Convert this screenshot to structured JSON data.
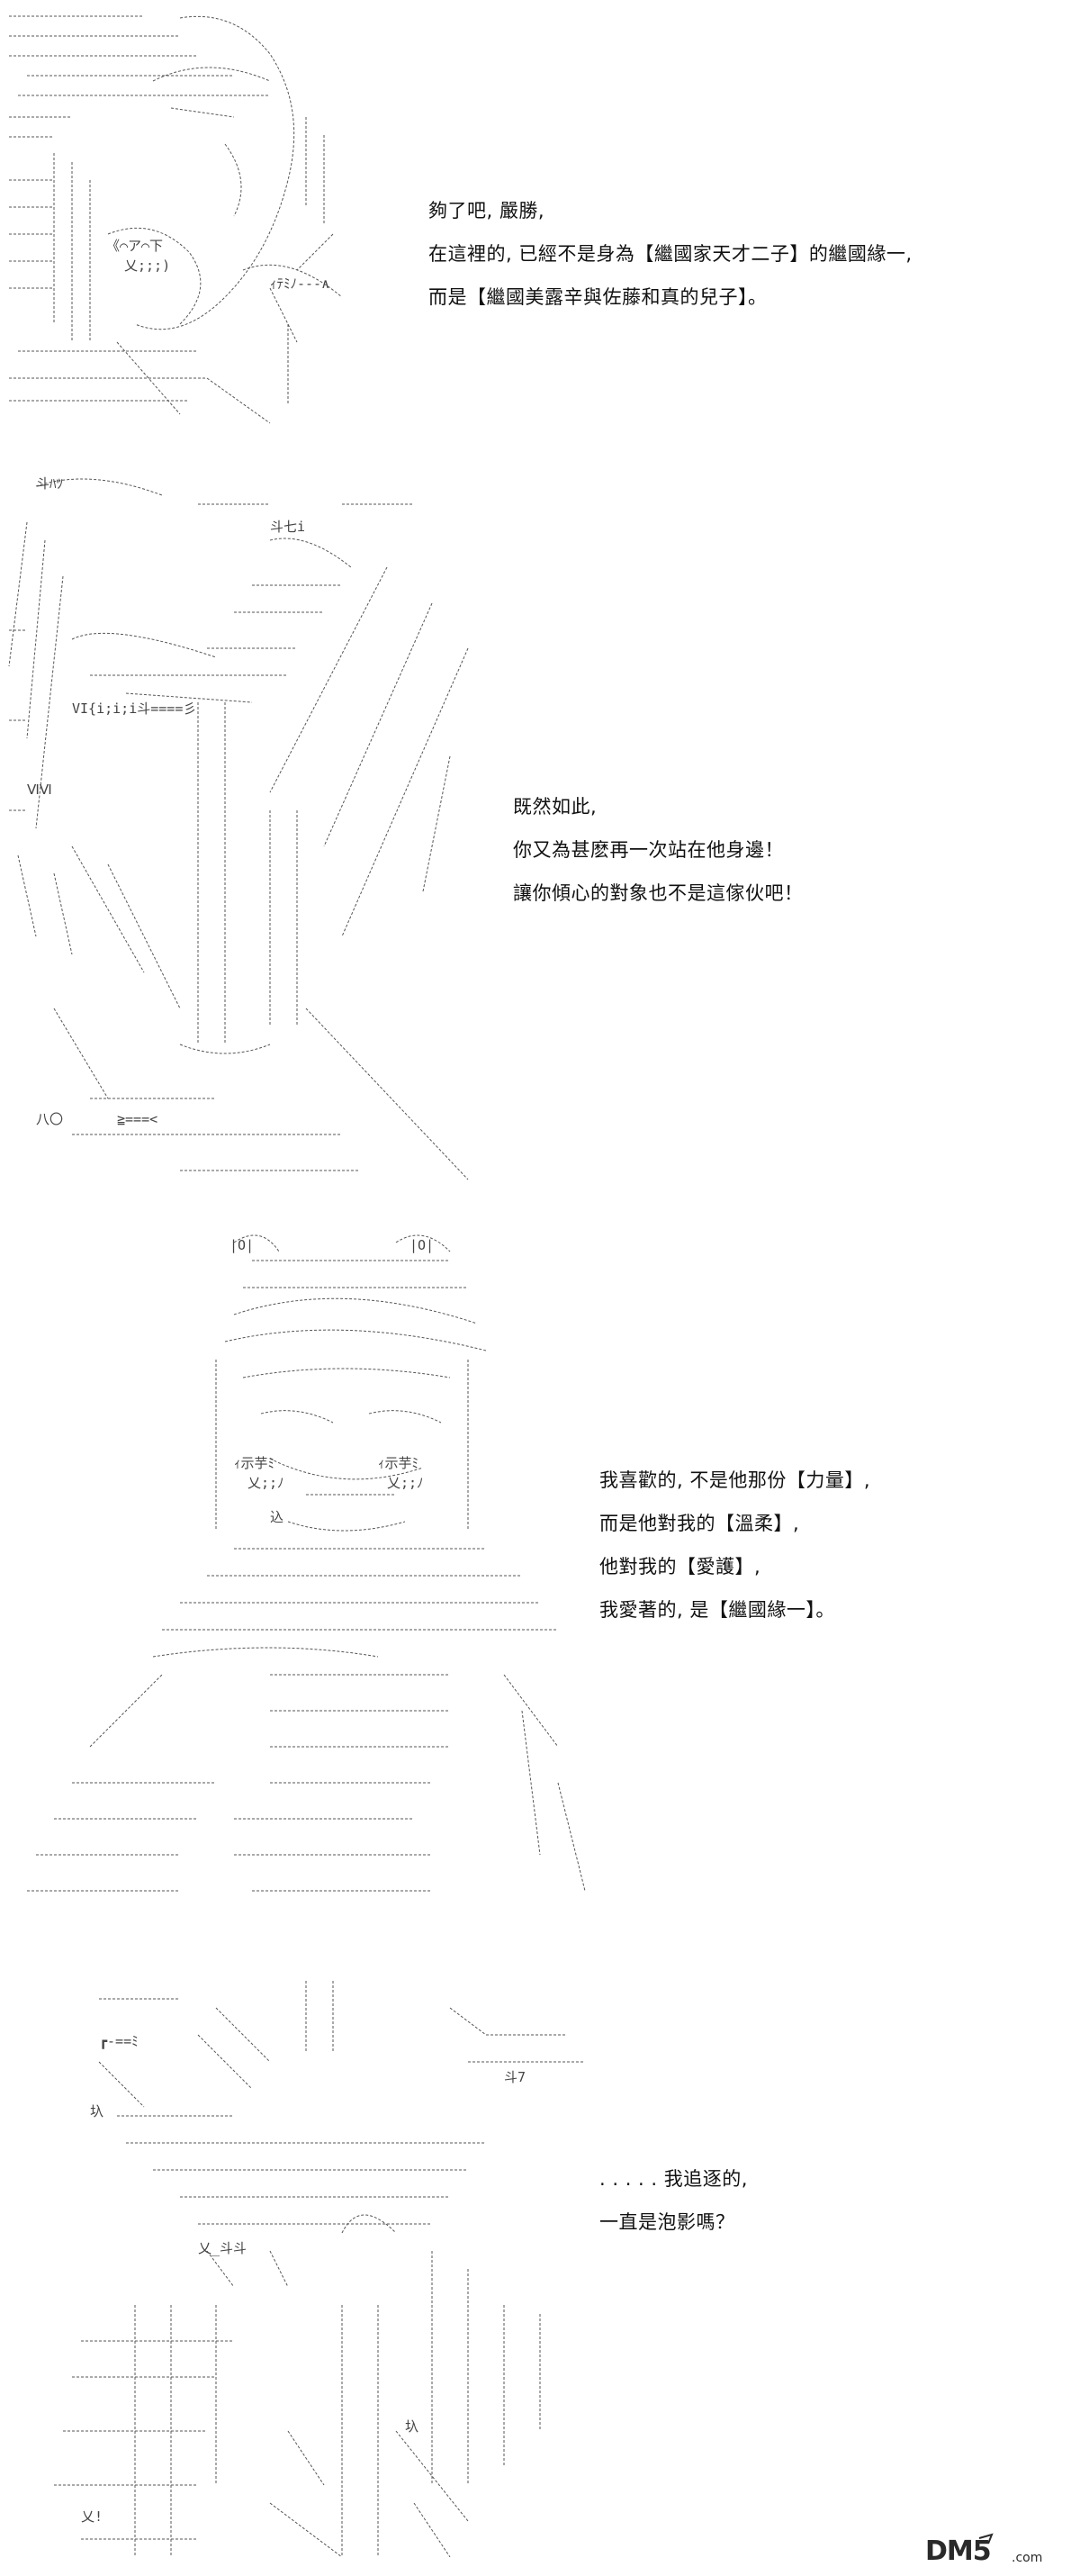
{
  "panels": [
    {
      "lines": [
        "夠了吧, 嚴勝,",
        "在這裡的, 已經不是身為【繼國家天才二子】的繼國緣一,",
        "而是【繼國美露辛與佐藤和真的兒子】。"
      ]
    },
    {
      "lines": [
        "既然如此,",
        "你又為甚麽再一次站在他身邊！",
        "讓你傾心的對象也不是這傢伙吧！"
      ]
    },
    {
      "lines": [
        "我喜歡的, 不是他那份【力量】,",
        "而是他對我的【溫柔】,",
        "他對我的【愛護】,",
        "我愛著的, 是【繼國緣一】。"
      ]
    },
    {
      "lines": [
        ". . . . . 我追逐的,",
        "一直是泡影嗎？"
      ]
    }
  ],
  "watermark": {
    "text": "DM5",
    "suffix": ".com"
  }
}
